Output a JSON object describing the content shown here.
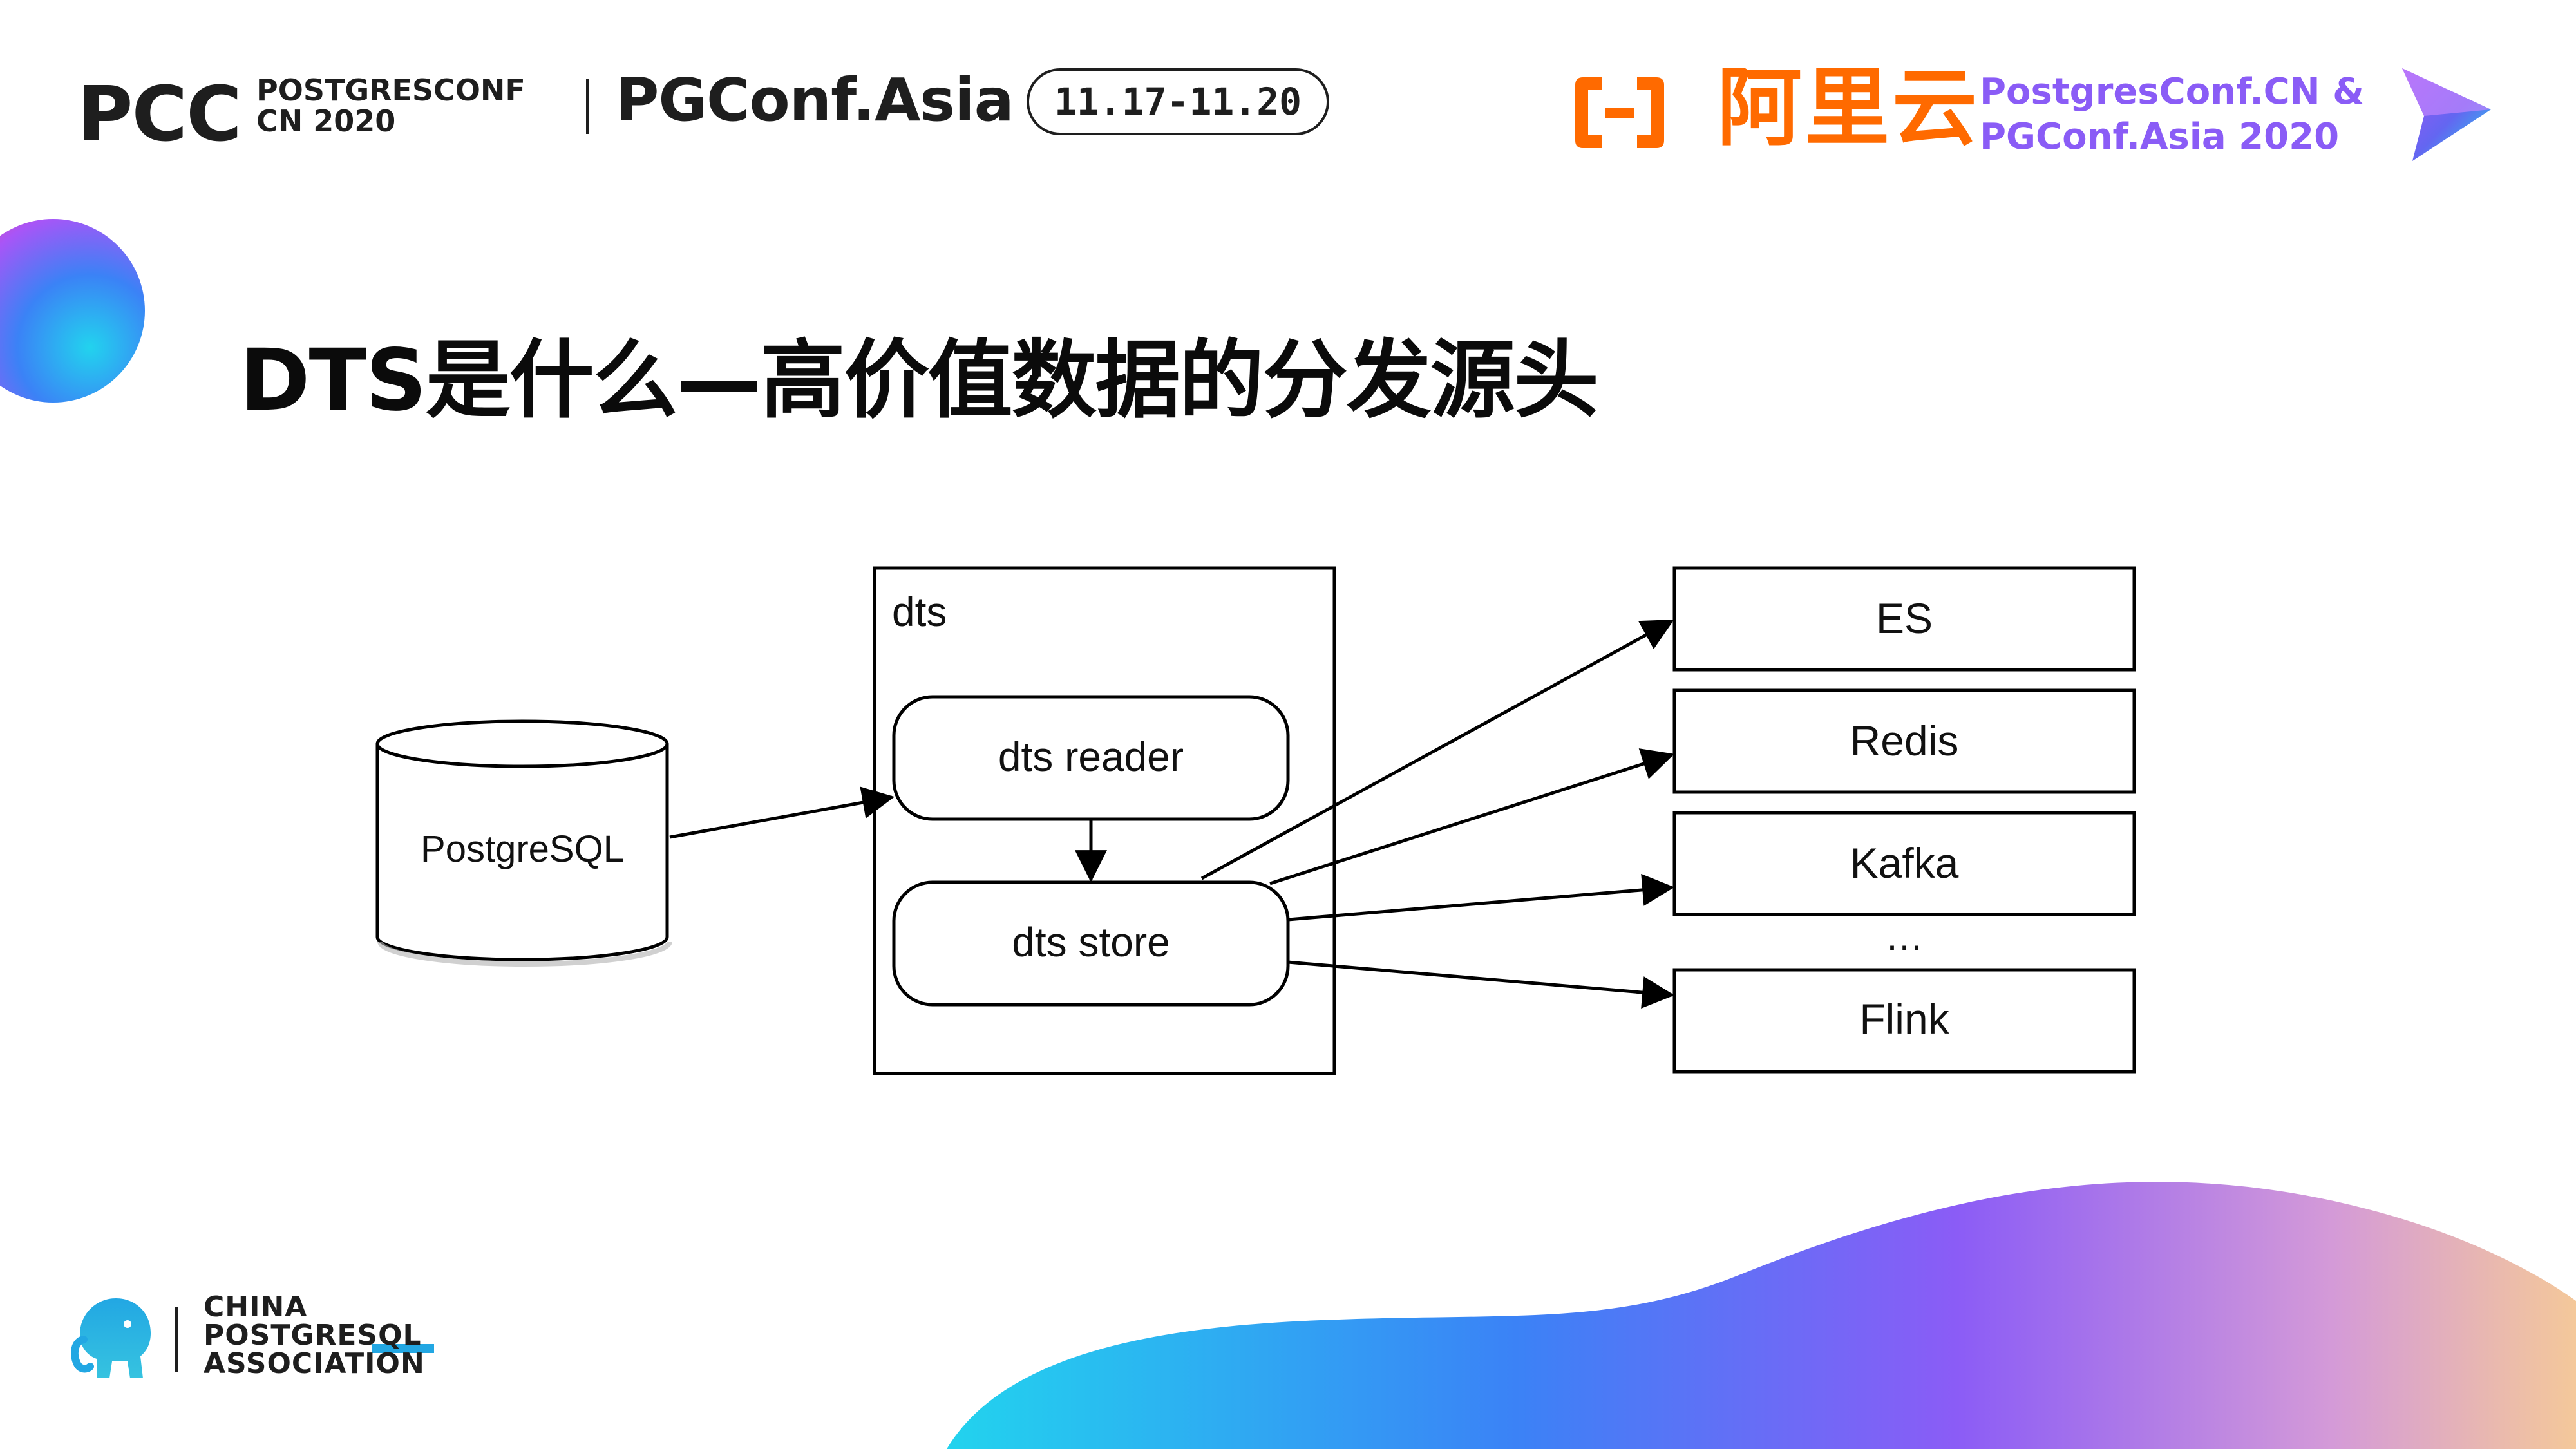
{
  "header": {
    "pcc_logo": "PCC",
    "pcc_line1": "POSTGRESCONF",
    "pcc_line2": "CN 2020",
    "pgconf_asia": "PGConf.Asia",
    "date_range": "11.17-11.20",
    "aliyun_label": "阿里云",
    "pgconf_cn_line1": "PostgresConf.CN &",
    "pgconf_cn_line2": "PGConf.Asia 2020"
  },
  "slide": {
    "title": "DTS是什么—高价值数据的分发源头"
  },
  "diagram": {
    "source": "PostgreSQL",
    "container": "dts",
    "reader": "dts reader",
    "store": "dts store",
    "targets": [
      "ES",
      "Redis",
      "Kafka",
      "Flink"
    ],
    "ellipsis": "…"
  },
  "footer": {
    "line1": "CHINA",
    "line2": "POSTGRESQL",
    "line3": "ASSOCIATION"
  },
  "colors": {
    "aliyun_orange": "#ff6a00",
    "pgconf_purple": "#8a5cf6",
    "cpa_blue": "#22a7e3"
  },
  "icons": [
    "aliyun-icon",
    "play-triangle-icon",
    "elephant-icon"
  ]
}
